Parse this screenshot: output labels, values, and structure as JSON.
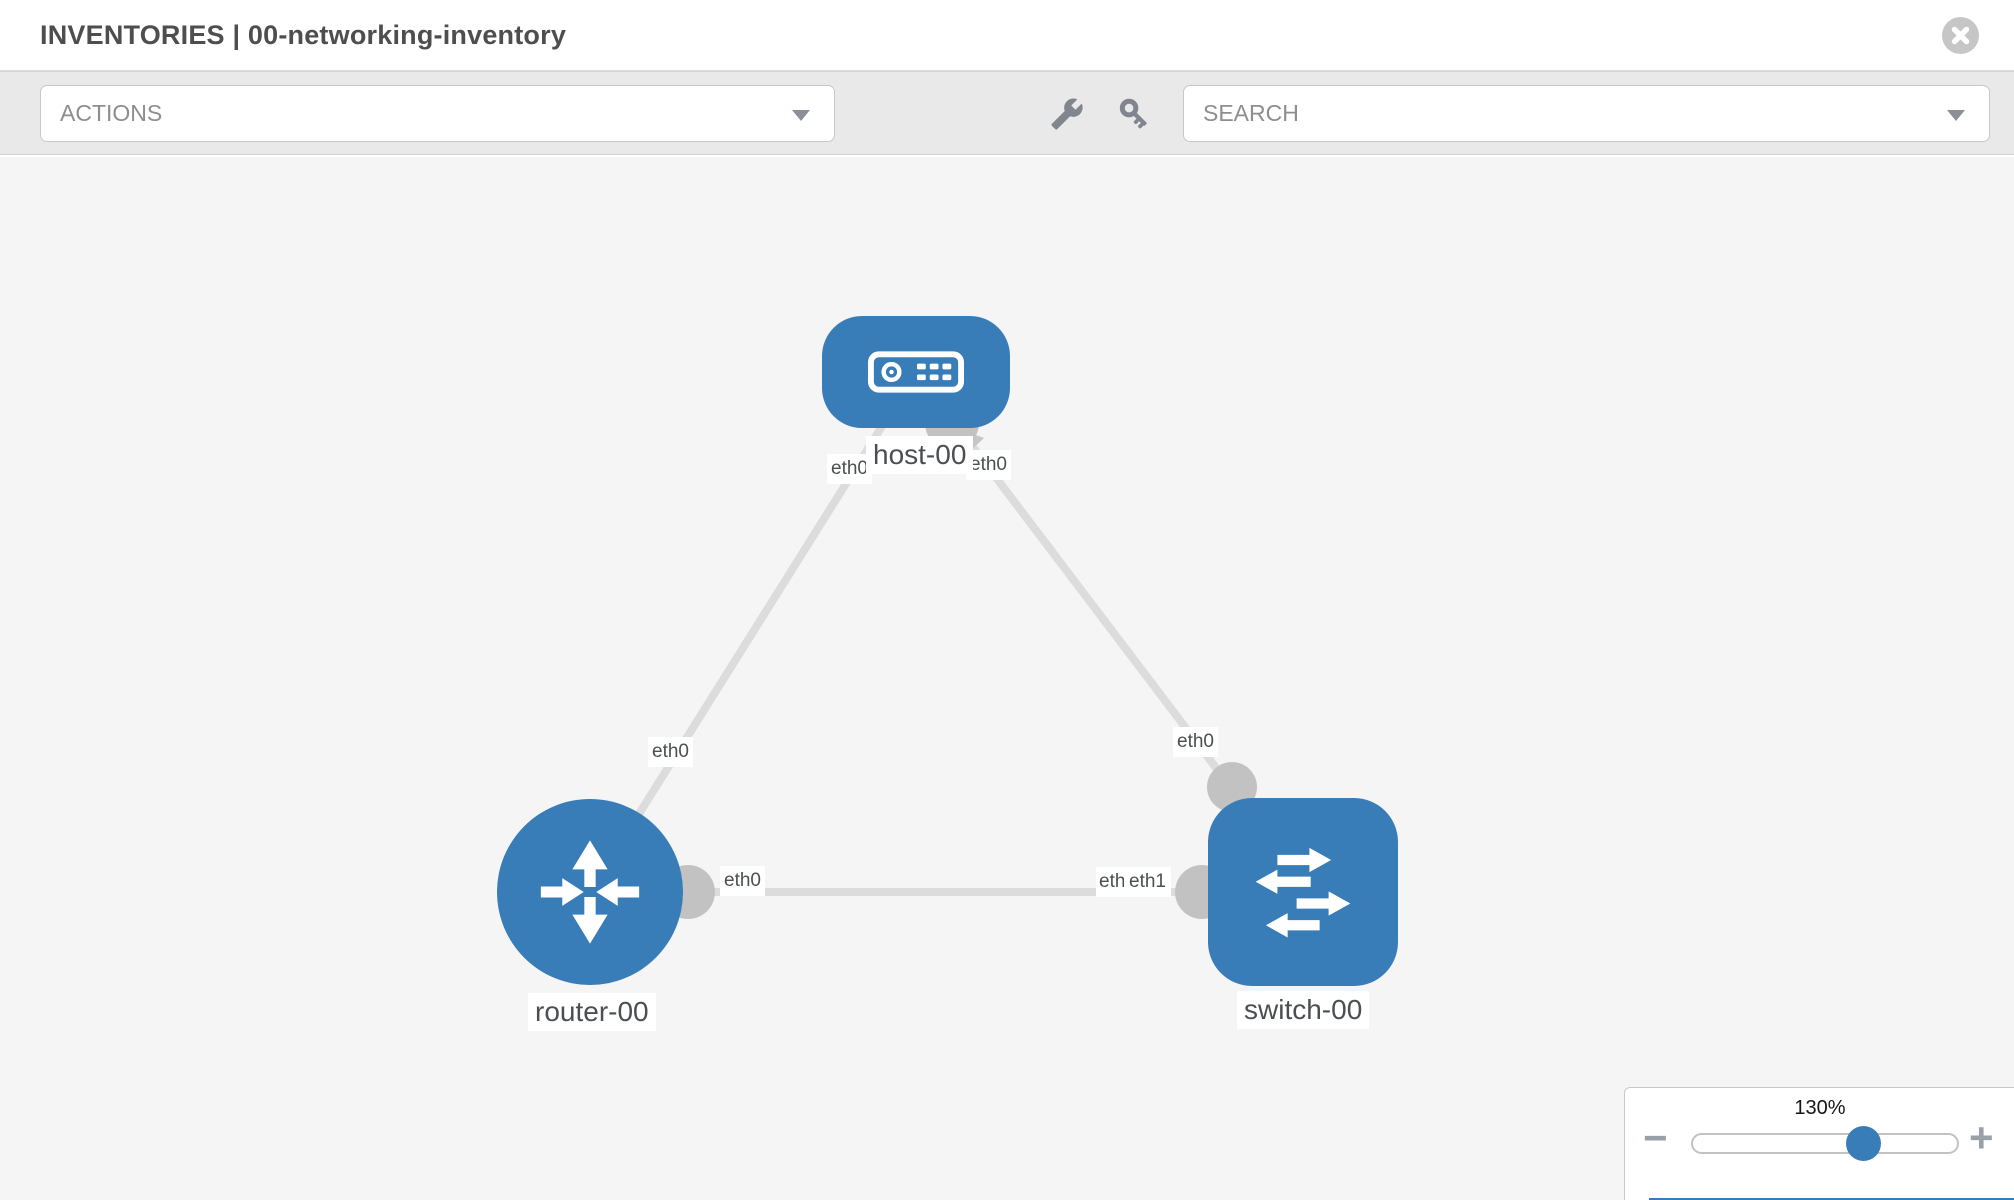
{
  "header": {
    "title": "INVENTORIES | 00-networking-inventory"
  },
  "toolbar": {
    "actions_label": "ACTIONS",
    "search_label": "SEARCH",
    "icons": [
      "wrench-icon",
      "key-icon"
    ]
  },
  "canvas": {
    "nodes": [
      {
        "id": "host-00",
        "label": "host-00",
        "type": "host"
      },
      {
        "id": "router-00",
        "label": "router-00",
        "type": "router"
      },
      {
        "id": "switch-00",
        "label": "switch-00",
        "type": "switch"
      }
    ],
    "links": [
      {
        "source": "host-00",
        "target": "router-00",
        "source_interface": "eth0",
        "target_interface": "eth0"
      },
      {
        "source": "host-00",
        "target": "switch-00",
        "source_interface": "eth0",
        "target_interface": "eth0"
      },
      {
        "source": "router-00",
        "target": "switch-00",
        "source_interface": "eth0",
        "target_interface": "eth1"
      }
    ],
    "overlapped_interface_label": "eth0"
  },
  "zoom_control": {
    "level": "130%",
    "minus": "−",
    "plus": "+"
  },
  "colors": {
    "node_blue": "#387cb8",
    "link_gray": "#dcdcdc",
    "port_gray": "#c2c2c2",
    "canvas_bg": "#f5f5f5",
    "toolbar_bg": "#e9e9e9"
  }
}
